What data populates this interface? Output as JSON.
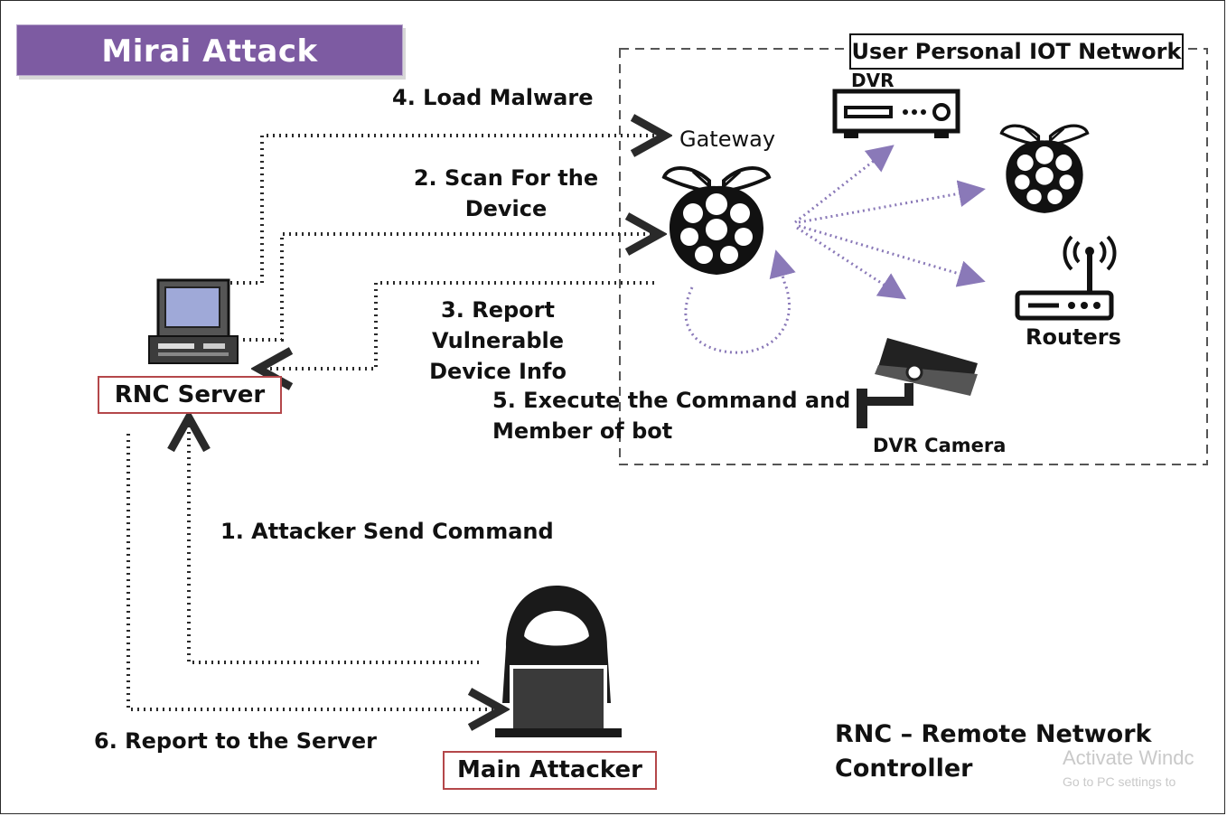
{
  "title": "Mirai Attack",
  "network_label": "User Personal IOT Network",
  "nodes": {
    "rnc_server": "RNC Server",
    "gateway": "Gateway",
    "dvr": "DVR",
    "routers": "Routers",
    "dvr_camera": "DVR Camera",
    "main_attacker": "Main Attacker"
  },
  "steps": {
    "step1": "1. Attacker Send Command",
    "step2_line1": "2. Scan For the",
    "step2_line2": "Device",
    "step3_line1": "3. Report Vulnerable",
    "step3_line2": "Device Info",
    "step4": "4. Load Malware",
    "step5_line1": "5. Execute the Command and",
    "step5_line2": "Member of bot",
    "step6": "6. Report to the Server"
  },
  "legend": {
    "line1": "RNC – Remote Network",
    "line2": "Controller"
  },
  "watermark": {
    "line1": "Activate Windc",
    "line2": "Go to PC settings to"
  },
  "colors": {
    "title_bg": "#7d5ba2",
    "label_border": "#b4474a",
    "arrow_dark": "#2a2a2a",
    "arrow_purple": "#8a79b8",
    "network_border": "#555555"
  },
  "icons": [
    "computer-server-icon",
    "raspberry-pi-icon",
    "dvr-icon",
    "router-icon",
    "cctv-camera-icon",
    "hacker-icon"
  ]
}
